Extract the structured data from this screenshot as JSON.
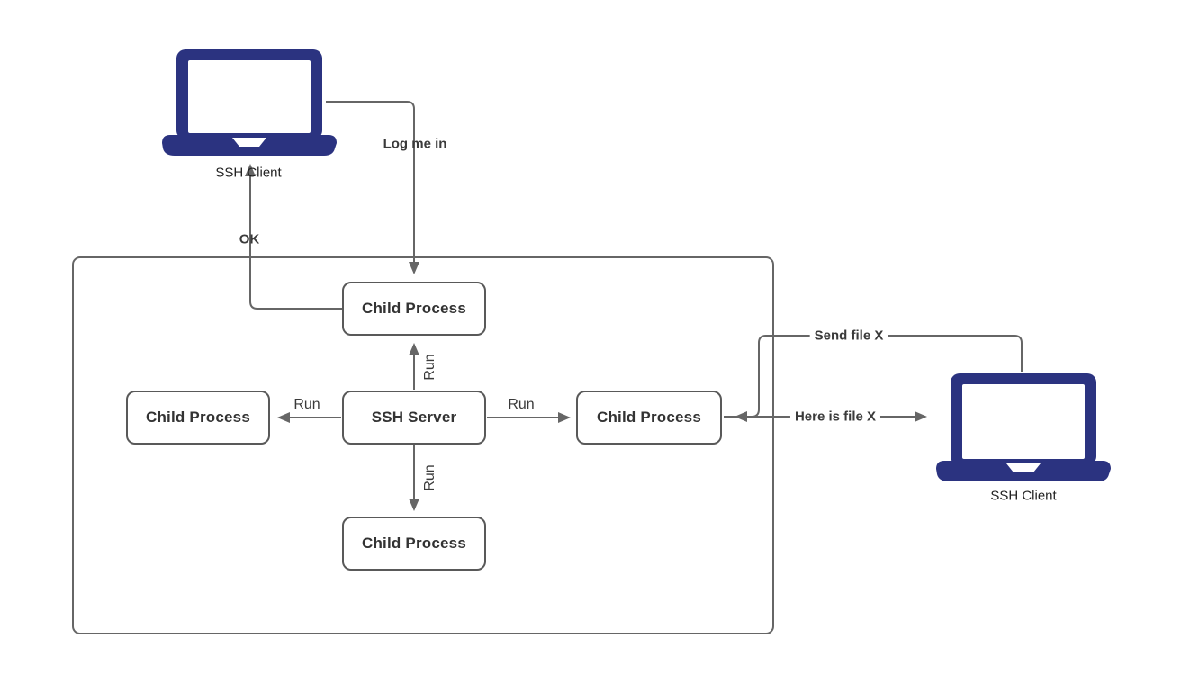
{
  "diagram": {
    "nodes": {
      "client_left": {
        "label": "SSH Client"
      },
      "client_right": {
        "label": "SSH Client"
      },
      "server": {
        "label": "SSH Server"
      },
      "child_top": {
        "label": "Child Process"
      },
      "child_left": {
        "label": "Child Process"
      },
      "child_right": {
        "label": "Child Process"
      },
      "child_bottom": {
        "label": "Child Process"
      }
    },
    "edges": {
      "log_me_in": {
        "label": "Log me in"
      },
      "ok": {
        "label": "OK"
      },
      "run_up": {
        "label": "Run"
      },
      "run_down": {
        "label": "Run"
      },
      "run_left": {
        "label": "Run"
      },
      "run_right": {
        "label": "Run"
      },
      "send_file": {
        "label": "Send file X"
      },
      "here_is_file": {
        "label": "Here is file X"
      }
    },
    "colors": {
      "laptop_fill": "#2b3380",
      "line": "#666666",
      "node_border": "#595959",
      "node_text": "#333333",
      "background": "#ffffff"
    }
  }
}
